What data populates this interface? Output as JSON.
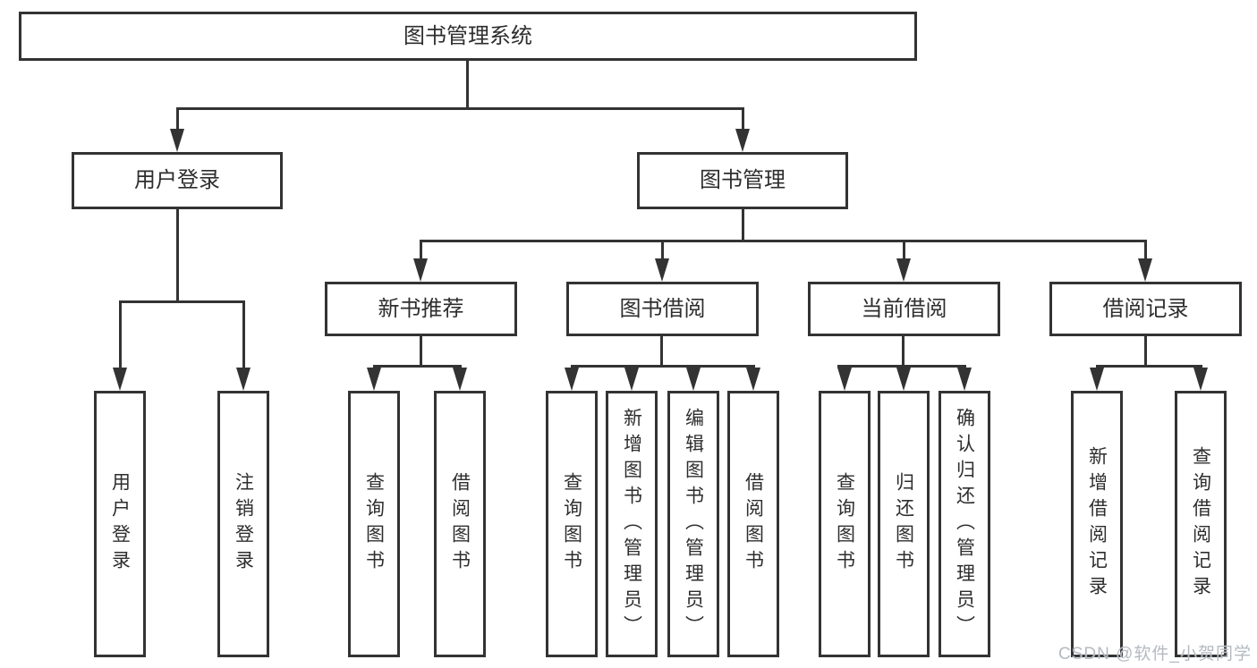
{
  "diagram": {
    "title": "图书管理系统",
    "colors": {
      "line": "#333333",
      "box_background": "#ffffff",
      "text": "#2e2e2e",
      "watermark": "#b0b6be"
    },
    "nodes": {
      "root": {
        "label": "图书管理系统"
      },
      "level2": [
        {
          "label": "用户登录"
        },
        {
          "label": "图书管理"
        }
      ],
      "level3": [
        {
          "label": "新书推荐"
        },
        {
          "label": "图书借阅"
        },
        {
          "label": "当前借阅"
        },
        {
          "label": "借阅记录"
        }
      ],
      "leaves": [
        {
          "label": "用户登录"
        },
        {
          "label": "注销登录"
        },
        {
          "label": "查询图书"
        },
        {
          "label": "借阅图书"
        },
        {
          "label": "查询图书"
        },
        {
          "label": "新增图书（管理员）"
        },
        {
          "label": "编辑图书（管理员）"
        },
        {
          "label": "借阅图书"
        },
        {
          "label": "查询图书"
        },
        {
          "label": "归还图书"
        },
        {
          "label": "确认归还（管理员）"
        },
        {
          "label": "新增借阅记录"
        },
        {
          "label": "查询借阅记录"
        }
      ]
    },
    "watermark": "CSDN @软件_小贺同学"
  }
}
